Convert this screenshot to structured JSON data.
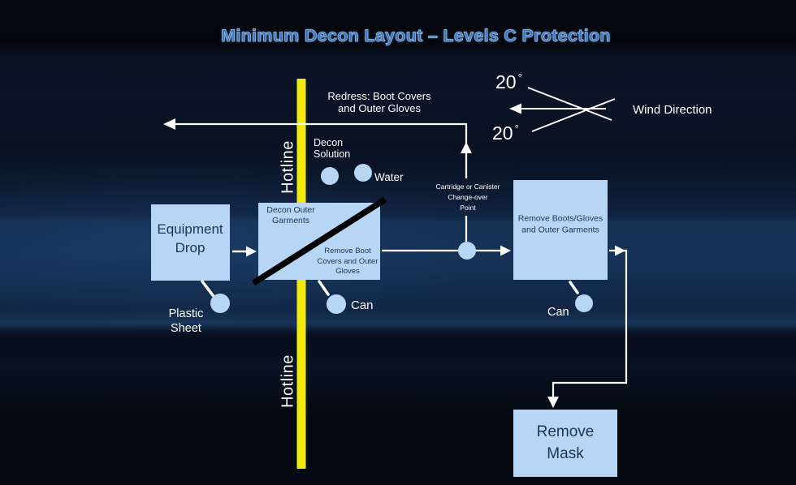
{
  "title": "Minimum Decon Layout – Levels C Protection",
  "colors": {
    "background_navy": "#0c1a30",
    "box_fill": "#b7d5f4",
    "box_text": "#16355a",
    "hotline_yellow": "#f2ea0e",
    "line_white": "#ffffff",
    "title_blue": "#3b74c2",
    "diagonal_black": "#000000"
  },
  "hotline": {
    "top": "Hotline",
    "bottom": "Hotline"
  },
  "wind": {
    "label": "Wind Direction",
    "upper_angle": "20",
    "lower_angle": "20",
    "degree": "°"
  },
  "notes": {
    "redress": "Redress: Boot Covers\nand Outer Gloves",
    "cartridge_point": "Cartridge or Canister\nChange-over\nPoint"
  },
  "stations": {
    "equipment_drop": "Equipment\nDrop",
    "decon_outer_garments": "Decon Outer\nGarments",
    "remove_boot_covers": "Remove Boot\nCovers and Outer\nGloves",
    "remove_boots_gloves": "Remove Boots/Gloves\nand Outer Garments",
    "remove_mask": "Remove\nMask"
  },
  "supplies": {
    "plastic_sheet": "Plastic\nSheet",
    "decon_solution": "Decon\nSolution",
    "water": "Water",
    "can_center": "Can",
    "can_right": "Can"
  }
}
